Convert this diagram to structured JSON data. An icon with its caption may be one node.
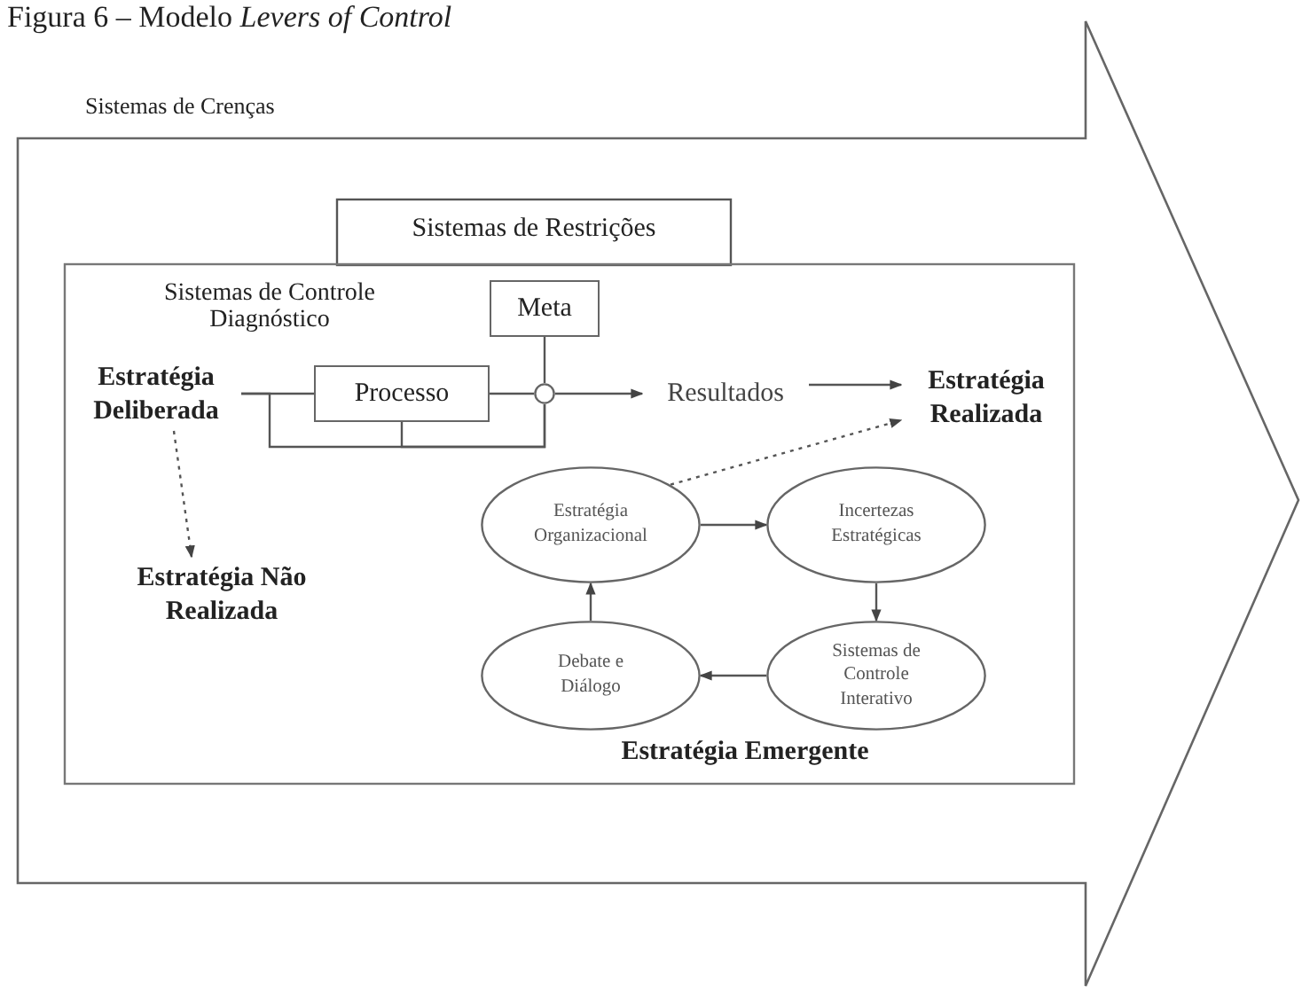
{
  "diagram": {
    "title": "Figura 6 – Modelo *Levers of Control*",
    "nodes": [
      {
        "text": [
          "Sistemas de Crenças"
        ]
      },
      {
        "text": [
          "Sistemas de Restrições"
        ],
        "in": 0
      },
      {
        "text": [
          "Meta"
        ],
        "in": 1
      },
      {
        "text": [
          "Processo"
        ],
        "in": 1
      },
      {
        "text": [
          "Estratégia Deliberada"
        ],
        "in": 1
      },
      {
        "text": [],
        "shape": "circle",
        "in": 1
      },
      {
        "text": [
          "Resultados"
        ],
        "in": 1
      },
      {
        "text": [
          "Estratégia Realizada"
        ],
        "in": 1
      },
      {
        "text": [
          "Estratégia Não Realizada"
        ],
        "in": 1
      },
      {
        "text": [
          "Estratégia Organizacional"
        ],
        "in": 1
      },
      {
        "text": [
          "Incertezas Estratégicas"
        ],
        "in": 1
      },
      {
        "text": [
          "Sistemas de Controle Interativo"
        ],
        "in": 1
      },
      {
        "text": [
          "Debate e Diálogo"
        ],
        "in": 1
      }
    ],
    "edges": [
      {
        "from": 4,
        "to": 3,
        "arrow": "none"
      },
      {
        "from": 3,
        "to": 5,
        "arrow": "none"
      },
      {
        "from": 2,
        "to": 5,
        "arrow": "none"
      },
      {
        "from": 5,
        "to": 6,
        "arrow": "to"
      },
      {
        "from": 6,
        "to": 7,
        "arrow": "to"
      },
      {
        "from": 5,
        "to": 3,
        "arrow": "none"
      },
      {
        "from": 5,
        "to": 4,
        "arrow": "none"
      },
      {
        "from": 4,
        "to": 8,
        "arrow": "to",
        "style": "dashed"
      },
      {
        "from": 9,
        "to": 7,
        "arrow": "to",
        "style": "dashed"
      },
      {
        "from": 9,
        "to": 10,
        "arrow": "to"
      },
      {
        "from": 10,
        "to": 11,
        "arrow": "to"
      },
      {
        "from": 11,
        "to": 12,
        "arrow": "to"
      },
      {
        "from": 12,
        "to": 9,
        "arrow": "to"
      }
    ],
    "labels": [
      "Sistemas de Controle Diagnóstico",
      "Estratégia Emergente"
    ]
  }
}
